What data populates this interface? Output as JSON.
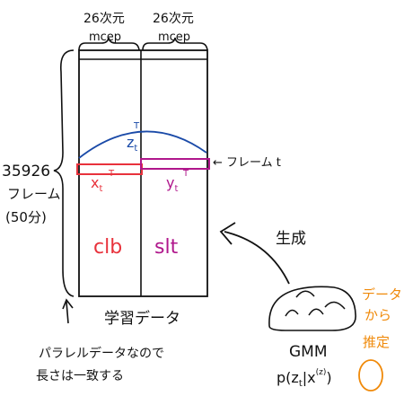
{
  "columns": {
    "left_dim": "26次元",
    "left_name": "mcep",
    "right_dim": "26次元",
    "right_name": "mcep"
  },
  "frames": {
    "count": "35926",
    "unit": "フレーム",
    "duration": "(50分)"
  },
  "frame_t_label": "← フレーム t",
  "vectors": {
    "z": "z",
    "z_sub": "t",
    "z_sup": "T",
    "x": "x",
    "x_sub": "t",
    "x_sup": "T",
    "y": "y",
    "y_sub": "t",
    "y_sup": "T"
  },
  "speakers": {
    "left": "clb",
    "right": "slt"
  },
  "generate_label": "生成",
  "training_data_label": "学習データ",
  "note_line1": "パラレルデータなので",
  "note_line2": "長さは一致する",
  "gmm_label": "GMM",
  "estimate_label": [
    "データ",
    "から",
    "推定"
  ],
  "formula": {
    "open": "p(",
    "z": "z",
    "z_sub": "t",
    "bar": "|",
    "x": "x",
    "x_sup": "(z)",
    "close": ")"
  },
  "colors": {
    "ink": "#111111",
    "x_red": "#e8323c",
    "y_magenta": "#b0178c",
    "z_blue": "#1a4aa8",
    "orange": "#f08a0a"
  }
}
